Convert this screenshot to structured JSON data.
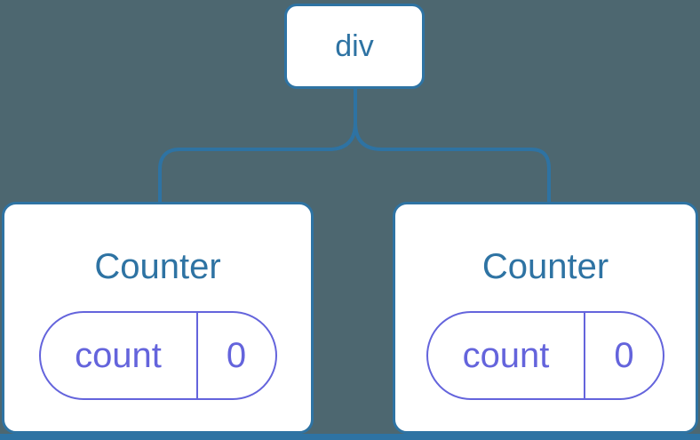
{
  "colors": {
    "background": "#4d6770",
    "blue": "#2e73a3",
    "purple": "#6464dc",
    "card_bg": "#ffffff"
  },
  "tree": {
    "root": {
      "label": "div"
    },
    "children": [
      {
        "title": "Counter",
        "state_key": "count",
        "state_value": "0"
      },
      {
        "title": "Counter",
        "state_key": "count",
        "state_value": "0"
      }
    ]
  }
}
